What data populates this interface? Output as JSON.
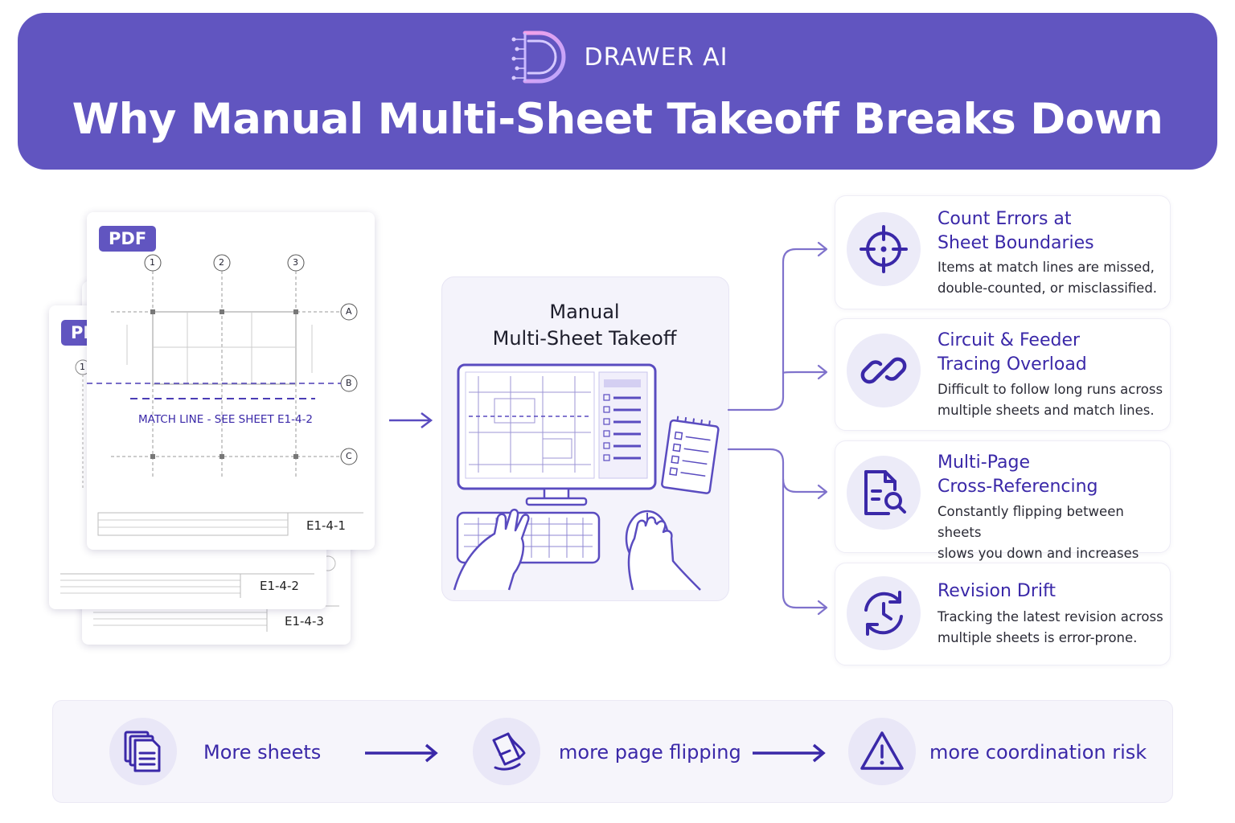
{
  "header": {
    "brand_name": "DRAWER AI",
    "logo_icon": "drawer-ai-logo-icon",
    "title": "Why Manual Multi-Sheet Takeoff Breaks Down"
  },
  "sheets": {
    "badge_front": "PDF",
    "badge_middle": "PD",
    "grid_columns": [
      "1",
      "2",
      "3"
    ],
    "grid_rows": [
      "A",
      "B",
      "C"
    ],
    "back_column_marker": "1",
    "match_line_text": "MATCH LINE - SEE SHEET E1-4-2",
    "front_label": "E1-4-1",
    "middle_label": "E1-4-2",
    "back_label": "E1-4-3"
  },
  "center": {
    "title_line1": "Manual",
    "title_line2": "Multi-Sheet Takeoff"
  },
  "cards": [
    {
      "icon": "crosshair-icon",
      "title_line1": "Count Errors at",
      "title_line2": "Sheet Boundaries",
      "desc_line1": "Items at match lines are missed,",
      "desc_line2": "double-counted, or misclassified."
    },
    {
      "icon": "chain-link-icon",
      "title_line1": "Circuit & Feeder",
      "title_line2": "Tracing Overload",
      "desc_line1": "Difficult to follow long runs across",
      "desc_line2": "multiple sheets and match lines."
    },
    {
      "icon": "document-search-icon",
      "title_line1": "Multi-Page",
      "title_line2": "Cross-Referencing",
      "desc_line1": "Constantly flipping between sheets",
      "desc_line2": "slows you down and increases risk."
    },
    {
      "icon": "clock-refresh-icon",
      "title_line1": "Revision Drift",
      "desc_line1": "Tracking the latest revision across",
      "desc_line2": "multiple sheets is error-prone."
    }
  ],
  "flow": [
    {
      "icon": "stacked-documents-icon",
      "label": "More sheets"
    },
    {
      "icon": "page-flip-icon",
      "label": "more page flipping"
    },
    {
      "icon": "warning-triangle-icon",
      "label": "more coordination risk"
    }
  ],
  "colors": {
    "brand_purple": "#6155c0",
    "accent_text": "#3a28a8",
    "connector": "#7f72cc"
  }
}
